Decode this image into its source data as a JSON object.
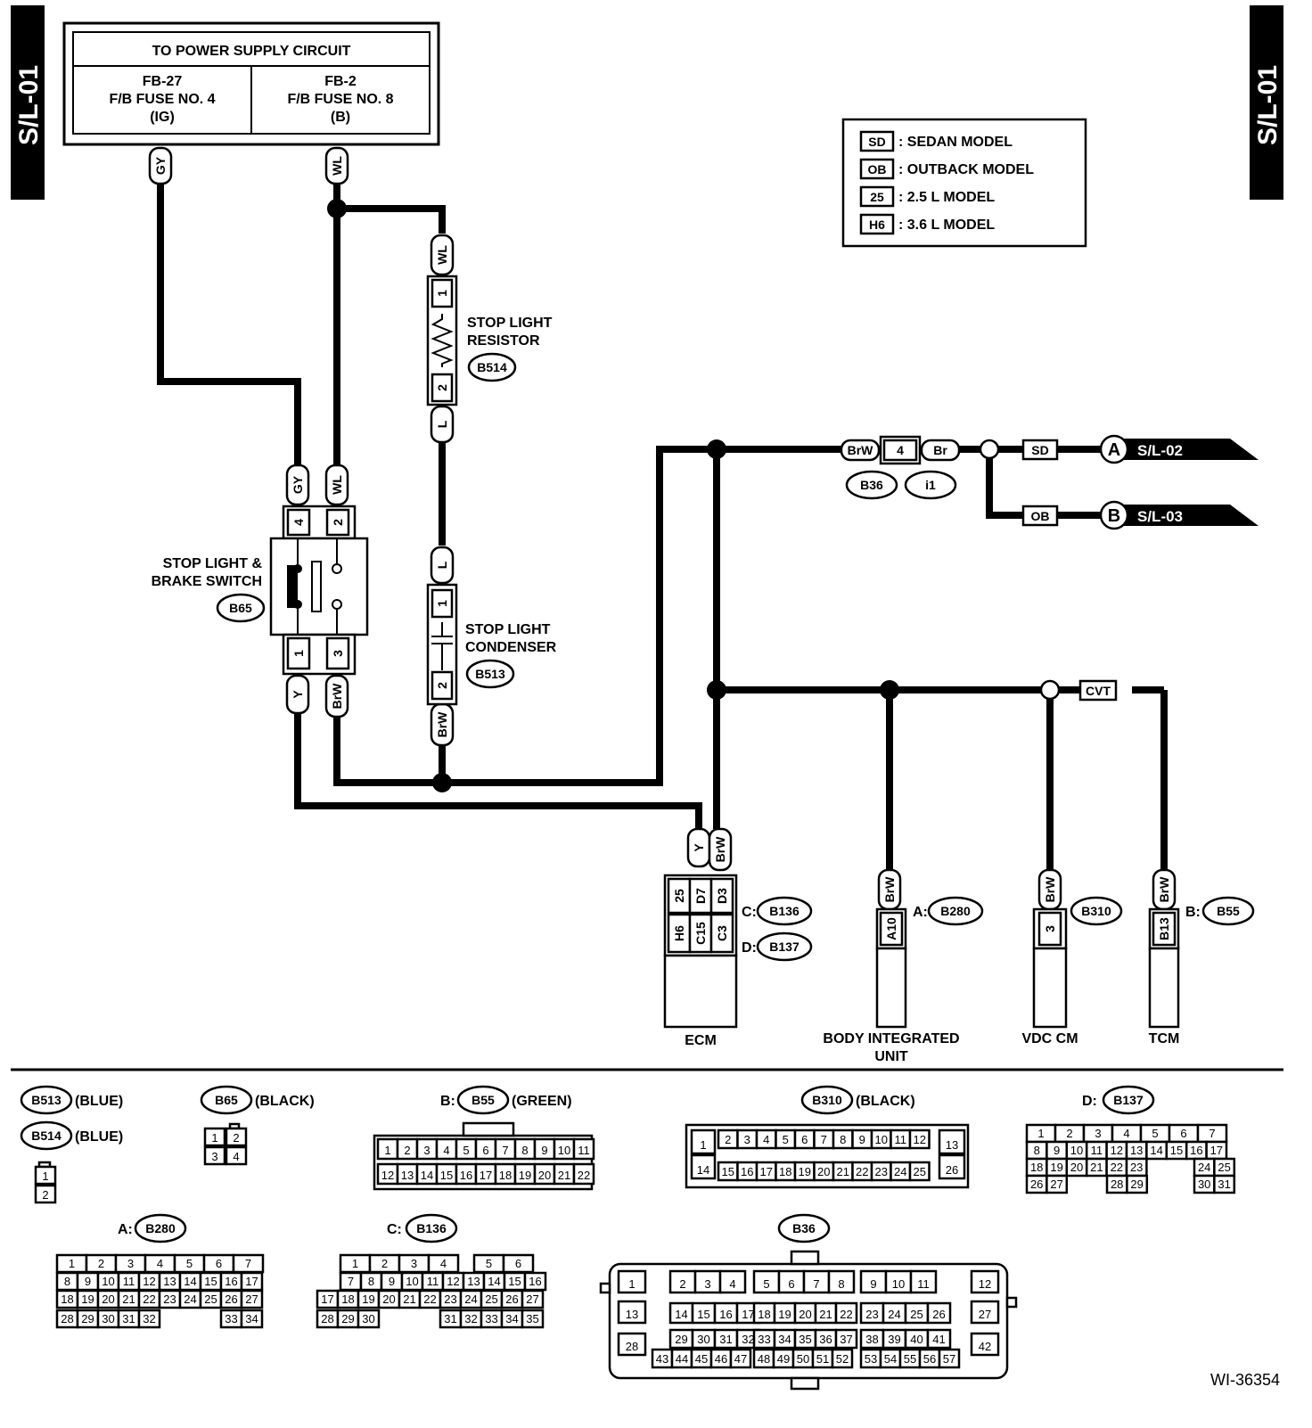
{
  "page_tab": "S/L-01",
  "power_supply": {
    "title": "TO POWER SUPPLY CIRCUIT",
    "fuse_ig": [
      "FB-27",
      "F/B FUSE NO. 4",
      "(IG)"
    ],
    "fuse_b": [
      "FB-2",
      "F/B FUSE NO. 8",
      "(B)"
    ]
  },
  "legend": [
    {
      "code": "SD",
      "text": ": SEDAN MODEL"
    },
    {
      "code": "OB",
      "text": ": OUTBACK MODEL"
    },
    {
      "code": "25",
      "text": ": 2.5 L MODEL"
    },
    {
      "code": "H6",
      "text": ": 3.6 L MODEL"
    }
  ],
  "wires": {
    "gy": "GY",
    "wl": "WL",
    "l": "L",
    "brw": "BrW",
    "y": "Y",
    "br": "Br"
  },
  "resistor": {
    "label1": "STOP LIGHT",
    "label2": "RESISTOR",
    "conn": "B514",
    "pin1": "1",
    "pin2": "2"
  },
  "condenser": {
    "label1": "STOP LIGHT",
    "label2": "CONDENSER",
    "conn": "B513",
    "pin1": "1",
    "pin2": "2"
  },
  "brake_switch": {
    "label1": "STOP LIGHT &",
    "label2": "BRAKE SWITCH",
    "conn": "B65",
    "pins": [
      "4",
      "2",
      "1",
      "3"
    ]
  },
  "joint": {
    "pin": "4",
    "conn1": "B36",
    "conn2": "i1"
  },
  "outputs": [
    {
      "model": "SD",
      "ref": "A",
      "target": "S/L-02"
    },
    {
      "model": "OB",
      "ref": "B",
      "target": "S/L-03"
    }
  ],
  "cvt": "CVT",
  "ecm": {
    "label": "ECM",
    "row1": [
      "25",
      "D7",
      "D3"
    ],
    "row2": [
      "H6",
      "C15",
      "C3"
    ],
    "conn_c": "C:",
    "conn_c_id": "B136",
    "conn_d": "D:",
    "conn_d_id": "B137"
  },
  "biu": {
    "label1": "BODY INTEGRATED",
    "label2": "UNIT",
    "pin": "A10",
    "prefix": "A:",
    "conn": "B280"
  },
  "vdc": {
    "label": "VDC CM",
    "pin": "3",
    "conn": "B310"
  },
  "tcm": {
    "label": "TCM",
    "pin": "B13",
    "prefix": "B:",
    "conn": "B55"
  },
  "connector_views": {
    "b513": {
      "id": "B513",
      "color": "(BLUE)"
    },
    "b514": {
      "id": "B514",
      "color": "(BLUE)",
      "pins": [
        "1",
        "2"
      ]
    },
    "b65": {
      "id": "B65",
      "color": "(BLACK)",
      "pins": [
        "1",
        "2",
        "3",
        "4"
      ]
    },
    "b55": {
      "prefix": "B:",
      "id": "B55",
      "color": "(GREEN)",
      "row1": [
        "1",
        "2",
        "3",
        "4",
        "5",
        "6",
        "7",
        "8",
        "9",
        "10",
        "11"
      ],
      "row2": [
        "12",
        "13",
        "14",
        "15",
        "16",
        "17",
        "18",
        "19",
        "20",
        "21",
        "22"
      ]
    },
    "b310": {
      "id": "B310",
      "color": "(BLACK)",
      "left": [
        "1",
        "14"
      ],
      "row1": [
        "2",
        "3",
        "4",
        "5",
        "6",
        "7",
        "8",
        "9",
        "10",
        "11",
        "12"
      ],
      "row2": [
        "15",
        "16",
        "17",
        "18",
        "19",
        "20",
        "21",
        "22",
        "23",
        "24",
        "25"
      ],
      "right": [
        "13",
        "26"
      ]
    },
    "b137": {
      "prefix": "D:",
      "id": "B137",
      "row1": [
        "1",
        "2",
        "3",
        "4",
        "5",
        "6",
        "7"
      ],
      "row2": [
        "8",
        "9",
        "10",
        "11",
        "12",
        "13",
        "14",
        "15",
        "16",
        "17"
      ],
      "row3": [
        "18",
        "19",
        "20",
        "21",
        "22",
        "23",
        "24",
        "25"
      ],
      "row4": [
        "26",
        "27",
        "28",
        "29",
        "30",
        "31"
      ]
    },
    "b280": {
      "prefix": "A:",
      "id": "B280",
      "row1": [
        "1",
        "2",
        "3",
        "4",
        "5",
        "6",
        "7"
      ],
      "row2": [
        "8",
        "9",
        "10",
        "11",
        "12",
        "13",
        "14",
        "15",
        "16",
        "17",
        "18",
        "19",
        "20",
        "21",
        "22",
        "23",
        "24",
        "25",
        "26",
        "27"
      ],
      "row4": [
        "28",
        "29",
        "30",
        "31",
        "32",
        "33",
        "34"
      ]
    },
    "b136": {
      "prefix": "C:",
      "id": "B136",
      "row1": [
        "1",
        "2",
        "3",
        "4",
        "5",
        "6"
      ],
      "row2": [
        "7",
        "8",
        "9",
        "10",
        "11",
        "12",
        "13",
        "14",
        "15",
        "16"
      ],
      "row3": [
        "17",
        "18",
        "19",
        "20",
        "21",
        "22",
        "23",
        "24",
        "25",
        "26",
        "27"
      ],
      "row4": [
        "28",
        "29",
        "30",
        "31",
        "32",
        "33",
        "34",
        "35"
      ]
    },
    "b36": {
      "id": "B36",
      "left": [
        "1",
        "13",
        "28"
      ],
      "g1": [
        "2",
        "3",
        "4"
      ],
      "g2": [
        "5",
        "6",
        "7",
        "8"
      ],
      "g3": [
        "9",
        "10",
        "11"
      ],
      "r2a": [
        "14",
        "15",
        "16",
        "17"
      ],
      "r2b": [
        "18",
        "19",
        "20",
        "21",
        "22"
      ],
      "r2c": [
        "23",
        "24",
        "25",
        "26"
      ],
      "r3a": [
        "29",
        "30",
        "31",
        "32"
      ],
      "r3b": [
        "33",
        "34",
        "35",
        "36",
        "37"
      ],
      "r3c": [
        "38",
        "39",
        "40",
        "41"
      ],
      "r4a": [
        "43",
        "44",
        "45",
        "46",
        "47"
      ],
      "r4b": [
        "48",
        "49",
        "50",
        "51",
        "52"
      ],
      "r4c": [
        "53",
        "54",
        "55",
        "56",
        "57"
      ],
      "right": [
        "12",
        "27",
        "42"
      ]
    }
  },
  "drawing_id": "WI-36354"
}
